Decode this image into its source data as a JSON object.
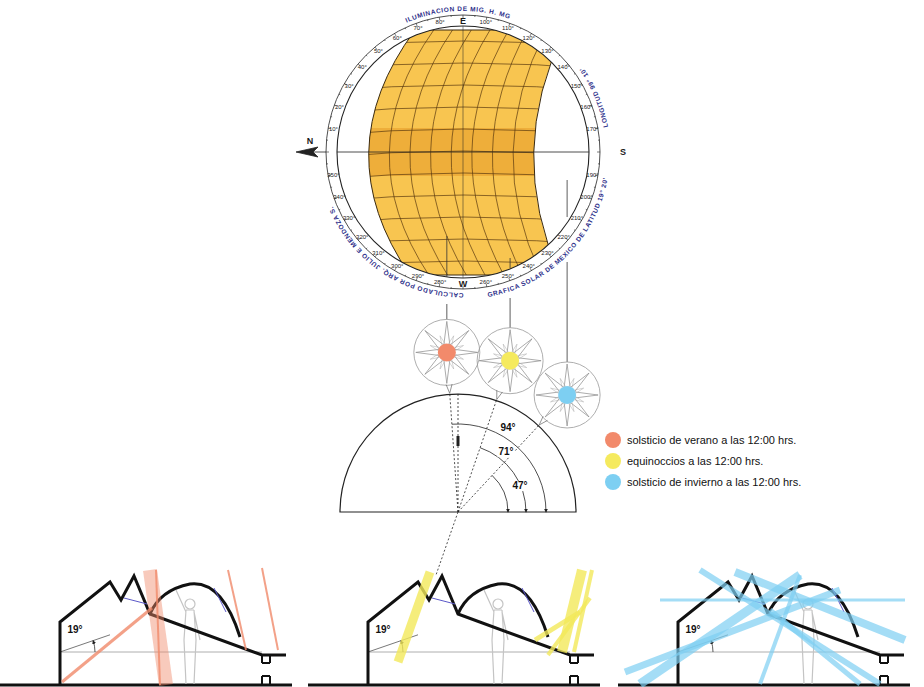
{
  "diagram": {
    "labels": [
      "CALCULADO POR ARQ. JULIO E MENDOZA S.",
      "ILUMINACION DE MIG. H. MG",
      "GRAFICA SOLAR DE MEXICO DE LATITUD 19° 20'",
      "LONGITUD 99° 10'",
      "N",
      "E",
      "S",
      "W",
      "10°",
      "20°",
      "30°",
      "40°",
      "50°",
      "60°",
      "70°",
      "80°",
      "100°",
      "110°",
      "120°",
      "130°",
      "140°",
      "150°",
      "160°",
      "170°",
      "190°",
      "200°",
      "210°",
      "220°",
      "230°",
      "240°",
      "250°",
      "260°",
      "280°",
      "290°",
      "300°",
      "310°",
      "320°",
      "330°",
      "340°",
      "350°",
      "94°",
      "71°",
      "47°",
      "19°",
      "19°",
      "19°"
    ],
    "legend": [
      {
        "text": "solsticio de verano a las 12:00 hrs.",
        "color": "#f28a6b"
      },
      {
        "text": "equinoccios a las 12:00 hrs.",
        "color": "#f5ea5e"
      },
      {
        "text": "solsticio de invierno a las 12:00 hrs.",
        "color": "#7dcff2"
      }
    ]
  }
}
